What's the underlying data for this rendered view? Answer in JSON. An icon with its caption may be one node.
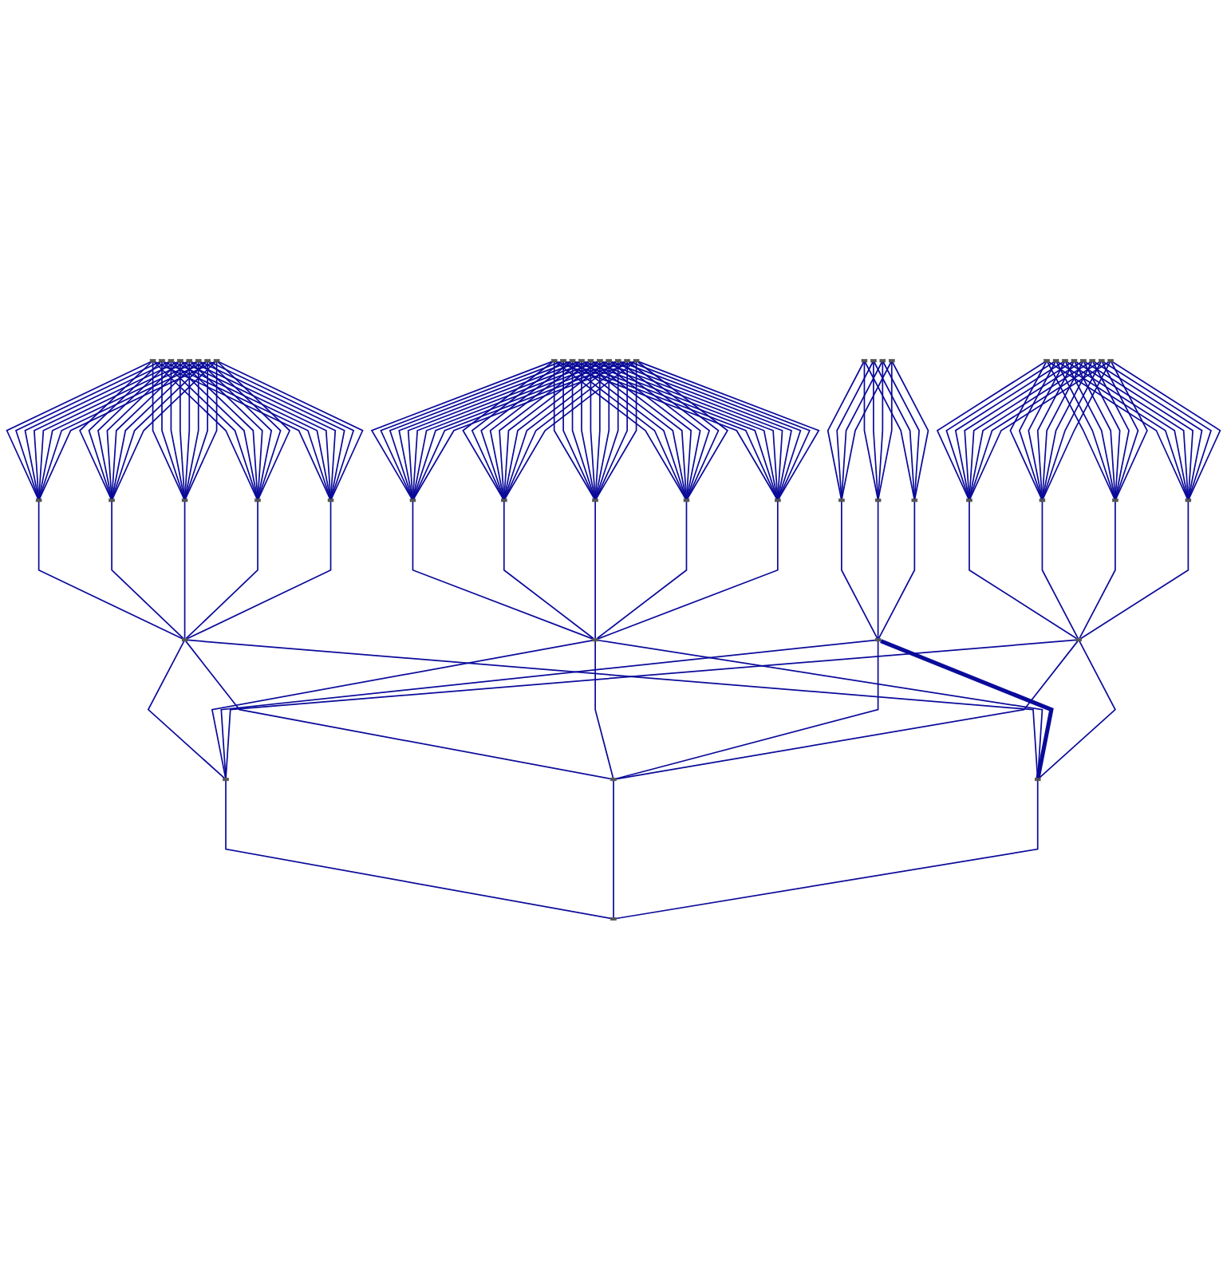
{
  "diagram": {
    "nodes": [
      {
        "text": [],
        "shape": "box"
      },
      {
        "text": [],
        "shape": "box"
      },
      {
        "text": [],
        "shape": "box"
      },
      {
        "text": [],
        "shape": "box"
      },
      {
        "text": [],
        "shape": "box"
      },
      {
        "text": [],
        "shape": "box"
      },
      {
        "text": [],
        "shape": "box"
      },
      {
        "text": [],
        "shape": "box"
      },
      {
        "text": [],
        "shape": "box"
      },
      {
        "text": [],
        "shape": "box"
      },
      {
        "text": [],
        "shape": "box"
      },
      {
        "text": [],
        "shape": "box"
      },
      {
        "text": [],
        "shape": "box"
      },
      {
        "text": [],
        "shape": "box"
      },
      {
        "text": [],
        "shape": "box"
      },
      {
        "text": [],
        "shape": "box"
      },
      {
        "text": [],
        "shape": "box"
      },
      {
        "text": [],
        "shape": "box"
      },
      {
        "text": [],
        "shape": "box"
      },
      {
        "text": [],
        "shape": "box"
      },
      {
        "text": [],
        "shape": "box"
      },
      {
        "text": [],
        "shape": "box"
      },
      {
        "text": [],
        "shape": "box"
      },
      {
        "text": [],
        "shape": "box"
      },
      {
        "text": [],
        "shape": "box"
      },
      {
        "text": [],
        "shape": "box"
      },
      {
        "text": [],
        "shape": "box"
      },
      {
        "text": [],
        "shape": "box"
      },
      {
        "text": [],
        "shape": "box"
      },
      {
        "text": [],
        "shape": "box"
      },
      {
        "text": [],
        "shape": "box"
      },
      {
        "text": [],
        "shape": "box"
      },
      {
        "text": [],
        "shape": "box"
      },
      {
        "text": [],
        "shape": "box"
      },
      {
        "text": [],
        "shape": "box"
      },
      {
        "text": [],
        "shape": "box"
      },
      {
        "text": [],
        "shape": "box"
      },
      {
        "text": [],
        "shape": "box"
      },
      {
        "text": [],
        "shape": "box"
      },
      {
        "text": [],
        "shape": "box"
      },
      {
        "text": [],
        "shape": "box"
      },
      {
        "text": [],
        "shape": "box"
      },
      {
        "text": [],
        "shape": "box"
      },
      {
        "text": [],
        "shape": "box"
      },
      {
        "text": [],
        "shape": "box"
      },
      {
        "text": [],
        "shape": "box"
      },
      {
        "text": [],
        "shape": "box"
      },
      {
        "text": [],
        "shape": "box"
      },
      {
        "text": [],
        "shape": "box"
      },
      {
        "text": [],
        "shape": "box"
      },
      {
        "text": [],
        "shape": "box"
      },
      {
        "text": [],
        "shape": "box"
      },
      {
        "text": [],
        "shape": "box"
      },
      {
        "text": [],
        "shape": "box"
      },
      {
        "text": [],
        "shape": "box"
      }
    ],
    "edges": [
      {
        "from": 0,
        "to": 30,
        "arrow": "none"
      },
      {
        "from": 0,
        "to": 31,
        "arrow": "none"
      },
      {
        "from": 0,
        "to": 32,
        "arrow": "none"
      },
      {
        "from": 0,
        "to": 33,
        "arrow": "none"
      },
      {
        "from": 0,
        "to": 34,
        "arrow": "none"
      },
      {
        "from": 1,
        "to": 30,
        "arrow": "none"
      },
      {
        "from": 1,
        "to": 31,
        "arrow": "none"
      },
      {
        "from": 1,
        "to": 32,
        "arrow": "none"
      },
      {
        "from": 1,
        "to": 33,
        "arrow": "none"
      },
      {
        "from": 1,
        "to": 34,
        "arrow": "none"
      },
      {
        "from": 2,
        "to": 30,
        "arrow": "none"
      },
      {
        "from": 2,
        "to": 31,
        "arrow": "none"
      },
      {
        "from": 2,
        "to": 32,
        "arrow": "none"
      },
      {
        "from": 2,
        "to": 33,
        "arrow": "none"
      },
      {
        "from": 2,
        "to": 34,
        "arrow": "none"
      },
      {
        "from": 3,
        "to": 30,
        "arrow": "none"
      },
      {
        "from": 3,
        "to": 31,
        "arrow": "none"
      },
      {
        "from": 3,
        "to": 32,
        "arrow": "none"
      },
      {
        "from": 3,
        "to": 33,
        "arrow": "none"
      },
      {
        "from": 3,
        "to": 34,
        "arrow": "none"
      },
      {
        "from": 4,
        "to": 30,
        "arrow": "none"
      },
      {
        "from": 4,
        "to": 31,
        "arrow": "none"
      },
      {
        "from": 4,
        "to": 32,
        "arrow": "none"
      },
      {
        "from": 4,
        "to": 33,
        "arrow": "none"
      },
      {
        "from": 4,
        "to": 34,
        "arrow": "none"
      },
      {
        "from": 5,
        "to": 30,
        "arrow": "none"
      },
      {
        "from": 5,
        "to": 31,
        "arrow": "none"
      },
      {
        "from": 5,
        "to": 32,
        "arrow": "none"
      },
      {
        "from": 5,
        "to": 33,
        "arrow": "none"
      },
      {
        "from": 5,
        "to": 34,
        "arrow": "none"
      },
      {
        "from": 6,
        "to": 30,
        "arrow": "none"
      },
      {
        "from": 6,
        "to": 31,
        "arrow": "none"
      },
      {
        "from": 6,
        "to": 32,
        "arrow": "none"
      },
      {
        "from": 6,
        "to": 33,
        "arrow": "none"
      },
      {
        "from": 6,
        "to": 34,
        "arrow": "none"
      },
      {
        "from": 7,
        "to": 30,
        "arrow": "none"
      },
      {
        "from": 7,
        "to": 31,
        "arrow": "none"
      },
      {
        "from": 7,
        "to": 32,
        "arrow": "none"
      },
      {
        "from": 7,
        "to": 33,
        "arrow": "none"
      },
      {
        "from": 7,
        "to": 34,
        "arrow": "none"
      },
      {
        "from": 8,
        "to": 35,
        "arrow": "none"
      },
      {
        "from": 8,
        "to": 36,
        "arrow": "none"
      },
      {
        "from": 8,
        "to": 37,
        "arrow": "none"
      },
      {
        "from": 8,
        "to": 38,
        "arrow": "none"
      },
      {
        "from": 8,
        "to": 39,
        "arrow": "none"
      },
      {
        "from": 9,
        "to": 35,
        "arrow": "none"
      },
      {
        "from": 9,
        "to": 36,
        "arrow": "none"
      },
      {
        "from": 9,
        "to": 37,
        "arrow": "none"
      },
      {
        "from": 9,
        "to": 38,
        "arrow": "none"
      },
      {
        "from": 9,
        "to": 39,
        "arrow": "none"
      },
      {
        "from": 10,
        "to": 35,
        "arrow": "none"
      },
      {
        "from": 10,
        "to": 36,
        "arrow": "none"
      },
      {
        "from": 10,
        "to": 37,
        "arrow": "none"
      },
      {
        "from": 10,
        "to": 38,
        "arrow": "none"
      },
      {
        "from": 10,
        "to": 39,
        "arrow": "none"
      },
      {
        "from": 11,
        "to": 35,
        "arrow": "none"
      },
      {
        "from": 11,
        "to": 36,
        "arrow": "none"
      },
      {
        "from": 11,
        "to": 37,
        "arrow": "none"
      },
      {
        "from": 11,
        "to": 38,
        "arrow": "none"
      },
      {
        "from": 11,
        "to": 39,
        "arrow": "none"
      },
      {
        "from": 12,
        "to": 35,
        "arrow": "none"
      },
      {
        "from": 12,
        "to": 36,
        "arrow": "none"
      },
      {
        "from": 12,
        "to": 37,
        "arrow": "none"
      },
      {
        "from": 12,
        "to": 38,
        "arrow": "none"
      },
      {
        "from": 12,
        "to": 39,
        "arrow": "none"
      },
      {
        "from": 13,
        "to": 35,
        "arrow": "none"
      },
      {
        "from": 13,
        "to": 36,
        "arrow": "none"
      },
      {
        "from": 13,
        "to": 37,
        "arrow": "none"
      },
      {
        "from": 13,
        "to": 38,
        "arrow": "none"
      },
      {
        "from": 13,
        "to": 39,
        "arrow": "none"
      },
      {
        "from": 14,
        "to": 35,
        "arrow": "none"
      },
      {
        "from": 14,
        "to": 36,
        "arrow": "none"
      },
      {
        "from": 14,
        "to": 37,
        "arrow": "none"
      },
      {
        "from": 14,
        "to": 38,
        "arrow": "none"
      },
      {
        "from": 14,
        "to": 39,
        "arrow": "none"
      },
      {
        "from": 15,
        "to": 35,
        "arrow": "none"
      },
      {
        "from": 15,
        "to": 36,
        "arrow": "none"
      },
      {
        "from": 15,
        "to": 37,
        "arrow": "none"
      },
      {
        "from": 15,
        "to": 38,
        "arrow": "none"
      },
      {
        "from": 15,
        "to": 39,
        "arrow": "none"
      },
      {
        "from": 16,
        "to": 35,
        "arrow": "none"
      },
      {
        "from": 16,
        "to": 36,
        "arrow": "none"
      },
      {
        "from": 16,
        "to": 37,
        "arrow": "none"
      },
      {
        "from": 16,
        "to": 38,
        "arrow": "none"
      },
      {
        "from": 16,
        "to": 39,
        "arrow": "none"
      },
      {
        "from": 17,
        "to": 35,
        "arrow": "none"
      },
      {
        "from": 17,
        "to": 36,
        "arrow": "none"
      },
      {
        "from": 17,
        "to": 37,
        "arrow": "none"
      },
      {
        "from": 17,
        "to": 38,
        "arrow": "none"
      },
      {
        "from": 17,
        "to": 39,
        "arrow": "none"
      },
      {
        "from": 18,
        "to": 40,
        "arrow": "none"
      },
      {
        "from": 18,
        "to": 41,
        "arrow": "none"
      },
      {
        "from": 18,
        "to": 42,
        "arrow": "none"
      },
      {
        "from": 19,
        "to": 40,
        "arrow": "none"
      },
      {
        "from": 19,
        "to": 41,
        "arrow": "none"
      },
      {
        "from": 19,
        "to": 42,
        "arrow": "none"
      },
      {
        "from": 20,
        "to": 40,
        "arrow": "none"
      },
      {
        "from": 20,
        "to": 41,
        "arrow": "none"
      },
      {
        "from": 20,
        "to": 42,
        "arrow": "none"
      },
      {
        "from": 21,
        "to": 40,
        "arrow": "none"
      },
      {
        "from": 21,
        "to": 41,
        "arrow": "none"
      },
      {
        "from": 21,
        "to": 42,
        "arrow": "none"
      },
      {
        "from": 22,
        "to": 43,
        "arrow": "none"
      },
      {
        "from": 22,
        "to": 44,
        "arrow": "none"
      },
      {
        "from": 22,
        "to": 45,
        "arrow": "none"
      },
      {
        "from": 22,
        "to": 46,
        "arrow": "none"
      },
      {
        "from": 23,
        "to": 43,
        "arrow": "none"
      },
      {
        "from": 23,
        "to": 44,
        "arrow": "none"
      },
      {
        "from": 23,
        "to": 45,
        "arrow": "none"
      },
      {
        "from": 23,
        "to": 46,
        "arrow": "none"
      },
      {
        "from": 24,
        "to": 43,
        "arrow": "none"
      },
      {
        "from": 24,
        "to": 44,
        "arrow": "none"
      },
      {
        "from": 24,
        "to": 45,
        "arrow": "none"
      },
      {
        "from": 24,
        "to": 46,
        "arrow": "none"
      },
      {
        "from": 25,
        "to": 43,
        "arrow": "none"
      },
      {
        "from": 25,
        "to": 44,
        "arrow": "none"
      },
      {
        "from": 25,
        "to": 45,
        "arrow": "none"
      },
      {
        "from": 25,
        "to": 46,
        "arrow": "none"
      },
      {
        "from": 26,
        "to": 43,
        "arrow": "none"
      },
      {
        "from": 26,
        "to": 44,
        "arrow": "none"
      },
      {
        "from": 26,
        "to": 45,
        "arrow": "none"
      },
      {
        "from": 26,
        "to": 46,
        "arrow": "none"
      },
      {
        "from": 27,
        "to": 43,
        "arrow": "none"
      },
      {
        "from": 27,
        "to": 44,
        "arrow": "none"
      },
      {
        "from": 27,
        "to": 45,
        "arrow": "none"
      },
      {
        "from": 27,
        "to": 46,
        "arrow": "none"
      },
      {
        "from": 28,
        "to": 43,
        "arrow": "none"
      },
      {
        "from": 28,
        "to": 44,
        "arrow": "none"
      },
      {
        "from": 28,
        "to": 45,
        "arrow": "none"
      },
      {
        "from": 28,
        "to": 46,
        "arrow": "none"
      },
      {
        "from": 29,
        "to": 43,
        "arrow": "none"
      },
      {
        "from": 29,
        "to": 44,
        "arrow": "none"
      },
      {
        "from": 29,
        "to": 45,
        "arrow": "none"
      },
      {
        "from": 29,
        "to": 46,
        "arrow": "none"
      },
      {
        "from": 30,
        "to": 47,
        "arrow": "none"
      },
      {
        "from": 31,
        "to": 47,
        "arrow": "none"
      },
      {
        "from": 32,
        "to": 47,
        "arrow": "none"
      },
      {
        "from": 33,
        "to": 47,
        "arrow": "none"
      },
      {
        "from": 34,
        "to": 47,
        "arrow": "none"
      },
      {
        "from": 35,
        "to": 48,
        "arrow": "none"
      },
      {
        "from": 36,
        "to": 48,
        "arrow": "none"
      },
      {
        "from": 37,
        "to": 48,
        "arrow": "none"
      },
      {
        "from": 38,
        "to": 48,
        "arrow": "none"
      },
      {
        "from": 39,
        "to": 48,
        "arrow": "none"
      },
      {
        "from": 40,
        "to": 49,
        "arrow": "none"
      },
      {
        "from": 41,
        "to": 49,
        "arrow": "none"
      },
      {
        "from": 42,
        "to": 49,
        "arrow": "none"
      },
      {
        "from": 43,
        "to": 50,
        "arrow": "none"
      },
      {
        "from": 44,
        "to": 50,
        "arrow": "none"
      },
      {
        "from": 45,
        "to": 50,
        "arrow": "none"
      },
      {
        "from": 46,
        "to": 50,
        "arrow": "none"
      },
      {
        "from": 47,
        "to": 51,
        "arrow": "none"
      },
      {
        "from": 47,
        "to": 52,
        "arrow": "none"
      },
      {
        "from": 47,
        "to": 53,
        "arrow": "none"
      },
      {
        "from": 48,
        "to": 51,
        "arrow": "none"
      },
      {
        "from": 48,
        "to": 52,
        "arrow": "none"
      },
      {
        "from": 48,
        "to": 53,
        "arrow": "none"
      },
      {
        "from": 49,
        "to": 51,
        "arrow": "none"
      },
      {
        "from": 49,
        "to": 52,
        "arrow": "none"
      },
      {
        "from": 49,
        "to": 53,
        "arrow": "none",
        "style": "thick"
      },
      {
        "from": 50,
        "to": 51,
        "arrow": "none"
      },
      {
        "from": 50,
        "to": 52,
        "arrow": "none"
      },
      {
        "from": 50,
        "to": 53,
        "arrow": "none"
      },
      {
        "from": 51,
        "to": 54,
        "arrow": "none"
      },
      {
        "from": 52,
        "to": 54,
        "arrow": "none"
      },
      {
        "from": 53,
        "to": 54,
        "arrow": "none"
      }
    ]
  }
}
